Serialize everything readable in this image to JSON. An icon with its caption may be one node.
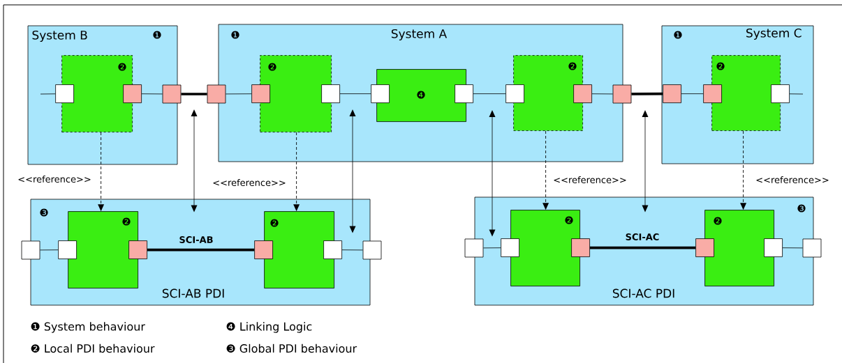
{
  "diagram": {
    "nodes": [
      {
        "text": [
          "System B",
          "❶"
        ]
      },
      {
        "text": [
          "❷"
        ],
        "in": 0
      },
      {
        "text": [],
        "shape": "box",
        "in": 0
      },
      {
        "text": [],
        "shape": "box",
        "in": 0
      },
      {
        "text": [],
        "shape": "box"
      },
      {
        "text": [
          "❶",
          "System A"
        ]
      },
      {
        "text": [],
        "shape": "box"
      },
      {
        "text": [
          "❷"
        ],
        "in": 5
      },
      {
        "text": [],
        "shape": "box",
        "in": 5
      },
      {
        "text": [],
        "shape": "box",
        "in": 5
      },
      {
        "text": [
          "❹"
        ],
        "in": 5
      },
      {
        "text": [],
        "shape": "box",
        "in": 5
      },
      {
        "text": [],
        "shape": "box",
        "in": 5
      },
      {
        "text": [
          "❷"
        ],
        "in": 5
      },
      {
        "text": [],
        "shape": "box",
        "in": 5
      },
      {
        "text": [],
        "shape": "box",
        "in": 5
      },
      {
        "text": [],
        "shape": "box"
      },
      {
        "text": [
          "❶",
          "System C"
        ]
      },
      {
        "text": [],
        "shape": "box",
        "in": 17
      },
      {
        "text": [
          "❷"
        ],
        "in": 17
      },
      {
        "text": [],
        "shape": "box",
        "in": 17
      },
      {
        "text": [],
        "shape": "box",
        "in": 17
      },
      {
        "text": [
          "❸",
          "SCI-AB PDI"
        ]
      },
      {
        "text": [],
        "shape": "box"
      },
      {
        "text": [
          "❷"
        ],
        "in": 22
      },
      {
        "text": [],
        "shape": "box",
        "in": 22
      },
      {
        "text": [],
        "shape": "box",
        "in": 22
      },
      {
        "text": [
          "❷"
        ],
        "in": 22
      },
      {
        "text": [],
        "shape": "box",
        "in": 22
      },
      {
        "text": [],
        "shape": "box",
        "in": 22
      },
      {
        "text": [],
        "shape": "box"
      },
      {
        "text": [
          "❸",
          "SCI-AC PDI"
        ]
      },
      {
        "text": [],
        "shape": "box"
      },
      {
        "text": [
          "❷"
        ],
        "in": 31
      },
      {
        "text": [],
        "shape": "box",
        "in": 31
      },
      {
        "text": [],
        "shape": "box",
        "in": 31
      },
      {
        "text": [
          "❷"
        ],
        "in": 31
      },
      {
        "text": [],
        "shape": "box",
        "in": 31
      },
      {
        "text": [],
        "shape": "box",
        "in": 31
      },
      {
        "text": [],
        "shape": "box"
      }
    ],
    "edges": [
      {
        "from": null,
        "to": 2,
        "arrow": "none"
      },
      {
        "from": 3,
        "to": 4,
        "arrow": "none"
      },
      {
        "from": 4,
        "to": 6,
        "arrow": "none",
        "style": "thick"
      },
      {
        "from": 6,
        "to": 8,
        "arrow": "none"
      },
      {
        "from": 9,
        "to": 11,
        "arrow": "none"
      },
      {
        "from": 12,
        "to": 14,
        "arrow": "none"
      },
      {
        "from": 15,
        "to": 16,
        "arrow": "none"
      },
      {
        "from": 16,
        "to": 18,
        "arrow": "none",
        "style": "thick"
      },
      {
        "from": 18,
        "to": 20,
        "arrow": "none"
      },
      {
        "from": 21,
        "to": null,
        "arrow": "none"
      },
      {
        "from": 23,
        "to": 25,
        "arrow": "none"
      },
      {
        "from": 26,
        "to": 28,
        "arrow": "none",
        "style": "thick",
        "label": "SCI-AB"
      },
      {
        "from": 29,
        "to": 30,
        "arrow": "none"
      },
      {
        "from": 32,
        "to": 34,
        "arrow": "none"
      },
      {
        "from": 35,
        "to": 37,
        "arrow": "none",
        "style": "thick",
        "label": "SCI-AC"
      },
      {
        "from": 38,
        "to": 39,
        "arrow": "none"
      },
      {
        "from": 1,
        "to": 24,
        "arrow": "to",
        "style": "dashed",
        "label": "<<reference>>"
      },
      {
        "from": 7,
        "to": 27,
        "arrow": "to",
        "style": "dashed",
        "label": "<<reference>>"
      },
      {
        "from": 13,
        "to": 33,
        "arrow": "to",
        "style": "dashed",
        "label": "<<reference>>"
      },
      {
        "from": 19,
        "to": 36,
        "arrow": "to",
        "style": "dashed",
        "label": "<<reference>>"
      },
      {
        "from": null,
        "to": 22,
        "arrow": "both"
      },
      {
        "from": null,
        "to": 22,
        "arrow": "both"
      },
      {
        "from": null,
        "to": 31,
        "arrow": "both"
      },
      {
        "from": null,
        "to": 31,
        "arrow": "both"
      }
    ],
    "legend": [
      {
        "text": "❶ System behaviour"
      },
      {
        "text": "❹ Linking Logic"
      },
      {
        "text": "❷ Local PDI behaviour"
      },
      {
        "text": "❸ Global PDI behaviour"
      }
    ]
  }
}
